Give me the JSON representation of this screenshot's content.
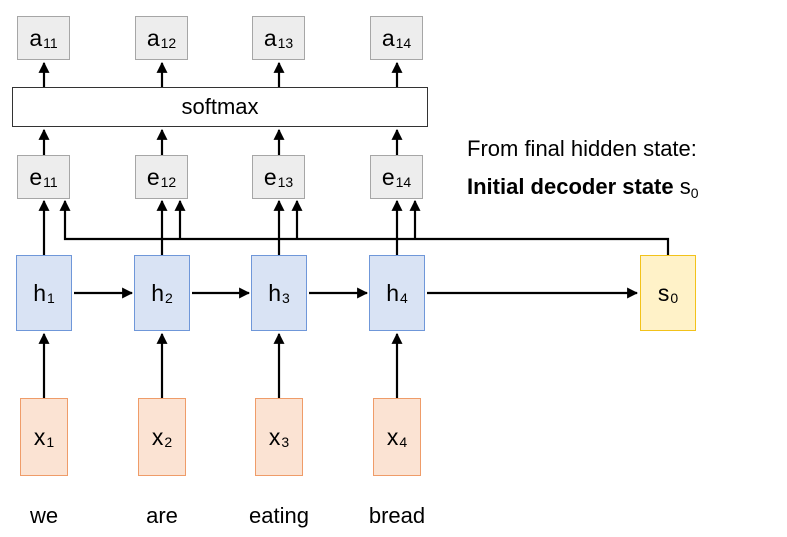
{
  "attention_scores": [
    {
      "base": "a",
      "sub": "11"
    },
    {
      "base": "a",
      "sub": "12"
    },
    {
      "base": "a",
      "sub": "13"
    },
    {
      "base": "a",
      "sub": "14"
    }
  ],
  "softmax_label": "softmax",
  "alignment_scores": [
    {
      "base": "e",
      "sub": "11"
    },
    {
      "base": "e",
      "sub": "12"
    },
    {
      "base": "e",
      "sub": "13"
    },
    {
      "base": "e",
      "sub": "14"
    }
  ],
  "hidden_states": [
    {
      "base": "h",
      "sub": "1"
    },
    {
      "base": "h",
      "sub": "2"
    },
    {
      "base": "h",
      "sub": "3"
    },
    {
      "base": "h",
      "sub": "4"
    }
  ],
  "decoder_state": {
    "base": "s",
    "sub": "0"
  },
  "inputs": [
    {
      "base": "x",
      "sub": "1"
    },
    {
      "base": "x",
      "sub": "2"
    },
    {
      "base": "x",
      "sub": "3"
    },
    {
      "base": "x",
      "sub": "4"
    }
  ],
  "words": [
    "we",
    "are",
    "eating",
    "bread"
  ],
  "annotation": {
    "line1": "From final hidden state:",
    "line2_bold": "Initial decoder state",
    "line2_base": "s",
    "line2_sub": "0"
  },
  "colors": {
    "hidden_fill": "#d9e3f4",
    "hidden_border": "#6f97d9",
    "input_fill": "#fbe3d3",
    "input_border": "#ef9c69",
    "decoder_fill": "#fff2c8",
    "decoder_border": "#f2c21a",
    "score_fill": "#ededed",
    "score_border": "#a6a6a6"
  }
}
